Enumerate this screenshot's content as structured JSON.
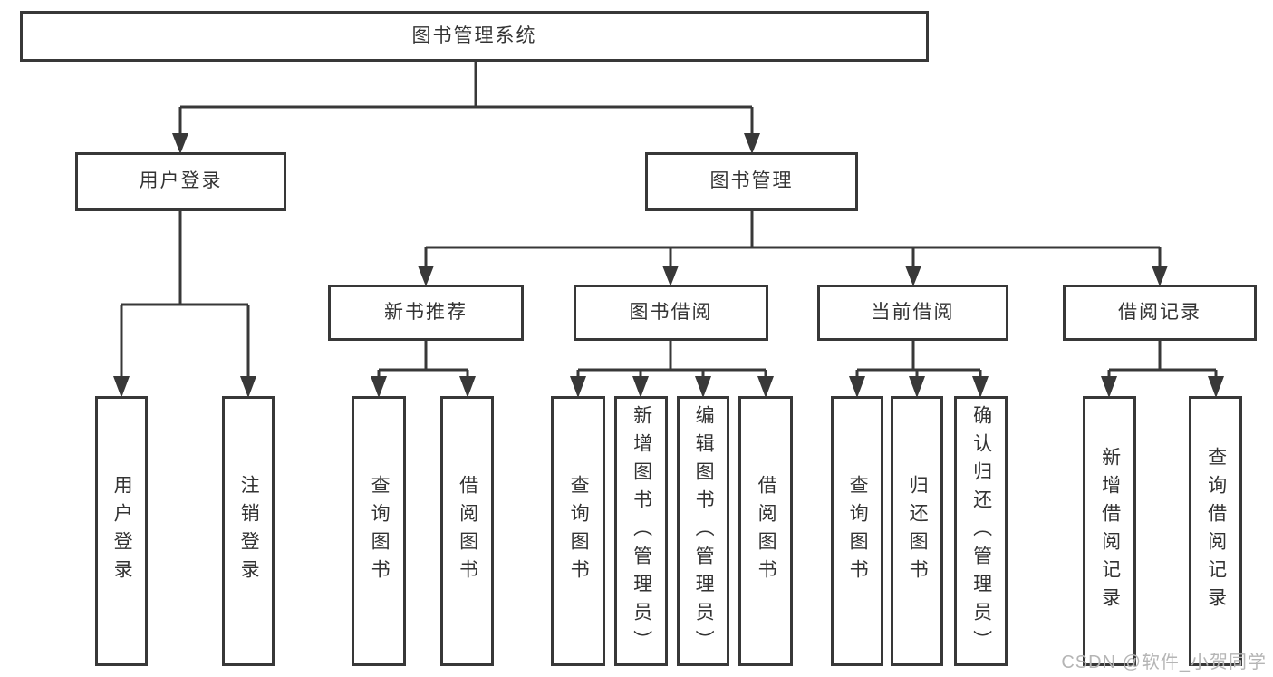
{
  "tree": {
    "root": "图书管理系统",
    "user_login_branch": {
      "label": "用户登录",
      "children": [
        "用户登录",
        "注销登录"
      ]
    },
    "book_mgmt_branch": {
      "label": "图书管理",
      "children": [
        {
          "label": "新书推荐",
          "children": [
            "查询图书",
            "借阅图书"
          ]
        },
        {
          "label": "图书借阅",
          "children": [
            "查询图书",
            "新增图书（管理员）",
            "编辑图书（管理员）",
            "借阅图书"
          ]
        },
        {
          "label": "当前借阅",
          "children": [
            "查询图书",
            "归还图书",
            "确认归还（管理员）"
          ]
        },
        {
          "label": "借阅记录",
          "children": [
            "新增借阅记录",
            "查询借阅记录"
          ]
        }
      ]
    }
  },
  "watermark": "CSDN @软件_小贺同学",
  "colors": {
    "line": "#383838",
    "text": "#333333",
    "watermark": "#b5b5b5",
    "background": "#ffffff"
  }
}
